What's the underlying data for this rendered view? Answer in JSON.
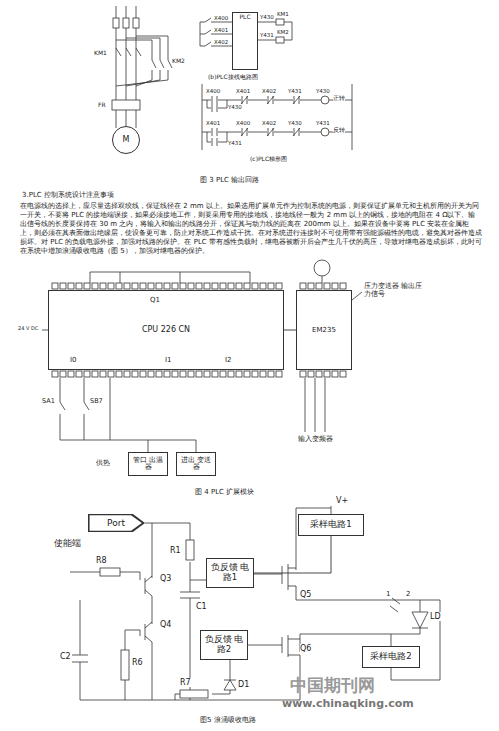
{
  "diagram": {
    "nodes": [
      {
        "text": [
          "PLC"
        ]
      },
      {
        "text": [
          "M"
        ]
      },
      {
        "text": [
          "CPU 226 CN"
        ]
      },
      {
        "text": [
          "EM235"
        ]
      },
      {
        "text": [
          "管口 出温器"
        ]
      },
      {
        "text": [
          "进出 变送器"
        ]
      },
      {
        "text": [
          "Port"
        ]
      },
      {
        "text": [
          "采样电路1"
        ]
      },
      {
        "text": [
          "负反馈 电路1"
        ]
      },
      {
        "text": [
          "负反馈 电路2"
        ]
      },
      {
        "text": [
          "采样电路2"
        ]
      }
    ],
    "edges": [
      {
        "from": 2,
        "to": 3,
        "arrow": "none"
      },
      {
        "from": 7,
        "to": 8,
        "arrow": "none"
      }
    ],
    "labels": [
      "KM1",
      "KM2",
      "FR",
      "X400",
      "X401",
      "X402",
      "Y430",
      "Y431",
      "KM1",
      "KM2",
      "(b)PLC接线电路图",
      "X400",
      "X401",
      "X402",
      "Y431",
      "Y430",
      "正转",
      "Y430",
      "X401",
      "X400",
      "X402",
      "Y430",
      "Y431",
      "反转",
      "Y431",
      "(c)PLC梯形图",
      "图 3 PLC 输出回路",
      "3.PLC 控制系统设计注意事项",
      "在电源线的选择上，应尽量选择双绞线，保证线径在 2 mm 以上。如果选用扩展单元作为控制系统的电源，则要保证扩展单元和主机所用的开关为同一开关，不要将 PLC 的接地端误接，如果必须接地工作，则要采用专用的接地线，接地线径一般为 2 mm 以上的铜线，接地的电阻在 4 Ω以下。输出信号线的长度要保持在 30 m 之内，将输入和输出的线路分开，保证其与动力线的距离在 200mm 以上。如果在设备中要将 PLC 安装在金属柜上，则必须在其表面做出绝缘层，使设备更可靠，防止对系统工作造成干扰。在对系统进行连接时不可使用带有强能源磁性的电缆，避免其对器件造成损坏。对 PLC 的负载电源外接，加强对线路的保护。在 PLC 带有感性负载时，继电器被断开后会产生几千伏的高压，导致对继电器造成损坏，此时可在系统中增加浪涌吸收电路（图 5），加强对继电器的保护。",
      "Q1",
      "I0",
      "I1",
      "I2",
      "SA1",
      "SB7",
      "供热",
      "压力变送器 输出压力信号",
      "输入变频器",
      "24 V DC",
      "图 4 PLC 扩展模块",
      "使能端",
      "R8",
      "Q3",
      "Q4",
      "R1",
      "C1",
      "C2",
      "R6",
      "R7",
      "D1",
      "Q5",
      "Q6",
      "LD",
      "1",
      "2",
      "V+",
      "图5 浪涌吸收电路",
      "中国期刊网",
      "www.chinaqking.com"
    ]
  }
}
